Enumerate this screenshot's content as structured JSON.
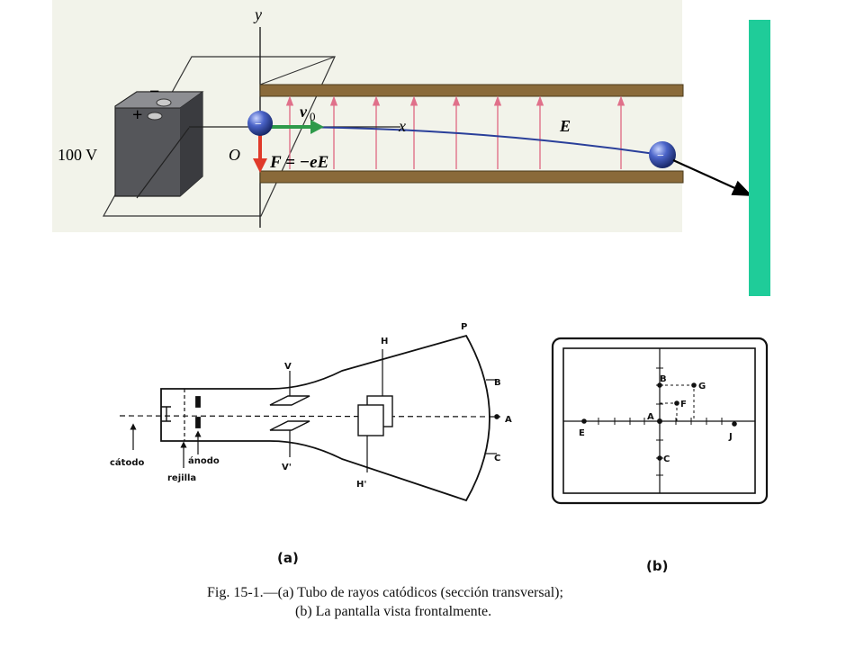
{
  "top_figure": {
    "axis_y": "y",
    "axis_x": "x",
    "origin": "O",
    "voltage": "100 V",
    "battery_minus": "−",
    "battery_plus": "+",
    "velocity": "v",
    "velocity_sub": "0",
    "force_eq": "F = −eE",
    "field": "E",
    "electron_sign": "−",
    "colors": {
      "plate": "#8a6a3a",
      "field_arrow": "#e0708a",
      "trajectory": "#2a3f9a",
      "velocity_arrow": "#2e9a4a",
      "force_arrow": "#e03a2a",
      "screen": "#1fcc99",
      "background": "#f2f3ea"
    }
  },
  "tube": {
    "label_P": "P",
    "label_B": "B",
    "label_A": "A",
    "label_C": "C",
    "label_V": "V",
    "label_Vp": "V'",
    "label_H": "H",
    "label_Hp": "H'",
    "label_catodo": "cátodo",
    "label_rejilla": "rejilla",
    "label_anodo": "ánodo",
    "panel_label": "(a)"
  },
  "screen_front": {
    "label_B": "B",
    "label_G": "G",
    "label_F": "F",
    "label_A": "A",
    "label_E": "E",
    "label_J": "J",
    "label_C": "C",
    "panel_label": "(b)"
  },
  "caption": {
    "line1": "Fig. 15-1.—(a) Tubo de rayos catódicos (sección transversal);",
    "line2": "(b) La pantalla vista frontalmente."
  }
}
